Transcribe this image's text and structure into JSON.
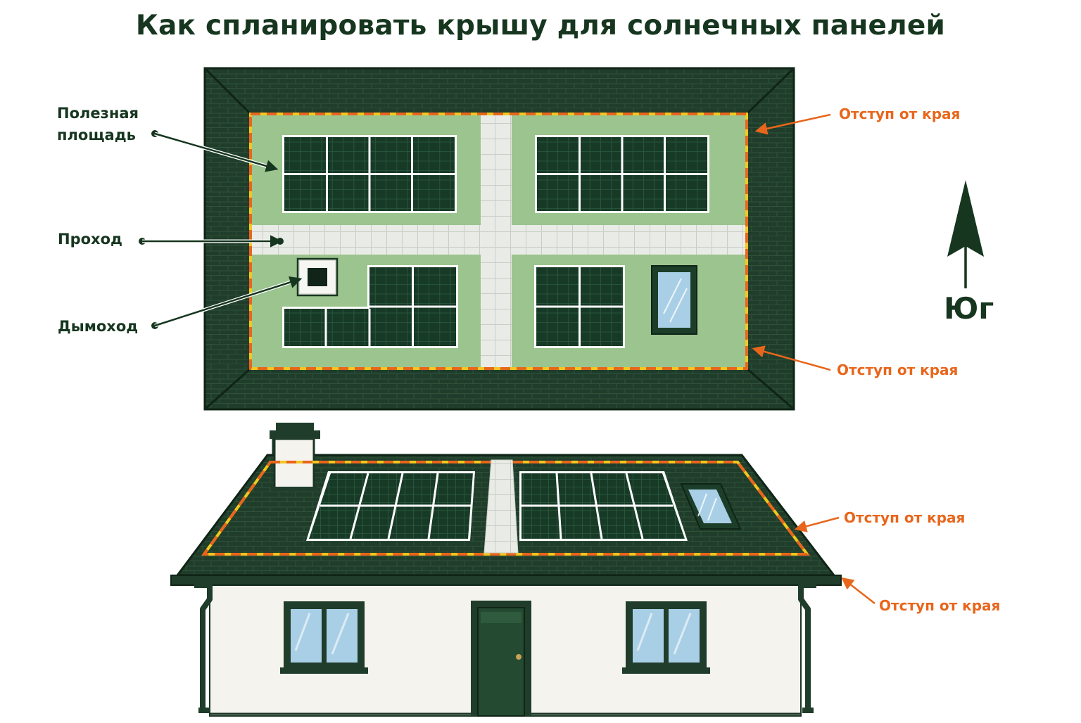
{
  "title": "Как спланировать крышу для солнечных панелей",
  "labels": {
    "usable_area_line1": "Полезная",
    "usable_area_line2": "площадь",
    "walkway": "Проход",
    "chimney": "Дымоход",
    "edge_setback": "Отступ от края",
    "south": "Юг"
  },
  "colors": {
    "roof_dark": "#1f3d2a",
    "usable_area": "#9bc48e",
    "panel": "#173a27",
    "walkway": "#e9ebe6",
    "setback_orange": "#e8661c",
    "setback_yellow": "#f2c81e",
    "wall": "#f4f3ee",
    "window_glass": "#a9cfe6"
  },
  "icons": [
    "north-arrow-icon",
    "chimney-icon",
    "skylight-icon",
    "door-icon",
    "window-icon"
  ]
}
